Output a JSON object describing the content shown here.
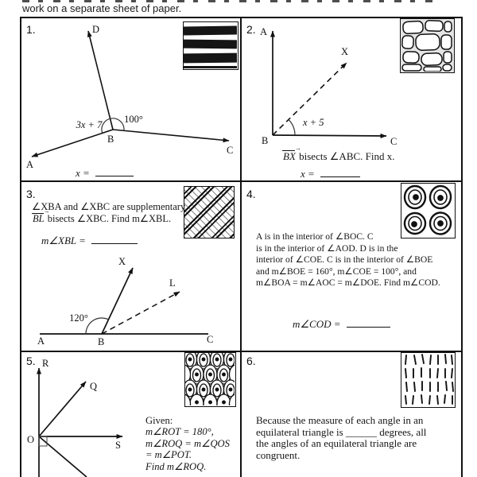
{
  "page": {
    "instruction": "work on a separate sheet of paper."
  },
  "patterns": {
    "p1": "horizontal-stripes",
    "p2": "stone-wall",
    "p3": "diagonal-hatch",
    "p4": "concentric-circles",
    "p5": "fish-scales",
    "p6": "vertical-dashes"
  },
  "p1": {
    "num": "1.",
    "labels": {
      "a": "A",
      "b": "B",
      "c": "C",
      "d": "D"
    },
    "expr": "3x + 7",
    "angle": "100°",
    "answer_label": "x ="
  },
  "p2": {
    "num": "2.",
    "labels": {
      "a": "A",
      "b": "B",
      "c": "C",
      "x": "X"
    },
    "expr": "x + 5",
    "ray": "BX",
    "statement": "bisects ∠ABC. Find x.",
    "answer_label": "x ="
  },
  "p3": {
    "num": "3.",
    "line1": "∠XBA and ∠XBC are supplementary.",
    "ray": "BL",
    "line2": "bisects ∠XBC.  Find m∠XBL.",
    "answer_label": "m∠XBL =",
    "labels": {
      "a": "A",
      "b": "B",
      "c": "C",
      "x": "X",
      "l": "L"
    },
    "angle": "120°"
  },
  "p4": {
    "num": "4.",
    "lines": [
      "A is in the interior of ∠BOC.  C",
      "is in the interior of ∠AOD.  D is in the",
      "interior of ∠COE.  C is in the interior of ∠BOE",
      "and m∠BOE = 160°, m∠COE = 100°, and",
      "m∠BOA = m∠AOC = m∠DOE.  Find m∠COD."
    ],
    "answer_label": "m∠COD ="
  },
  "p5": {
    "num": "5.",
    "labels": {
      "o": "O",
      "r": "R",
      "q": "Q",
      "s": "S"
    },
    "given": [
      "Given:",
      "m∠ROT = 180°,",
      "m∠ROQ = m∠QOS",
      "= m∠POT.",
      "Find m∠ROQ."
    ]
  },
  "p6": {
    "num": "6.",
    "lines": [
      "Because the measure of each angle in an",
      "equilateral triangle is ______ degrees, all",
      "the angles of an equilateral triangle are",
      "congruent."
    ]
  }
}
